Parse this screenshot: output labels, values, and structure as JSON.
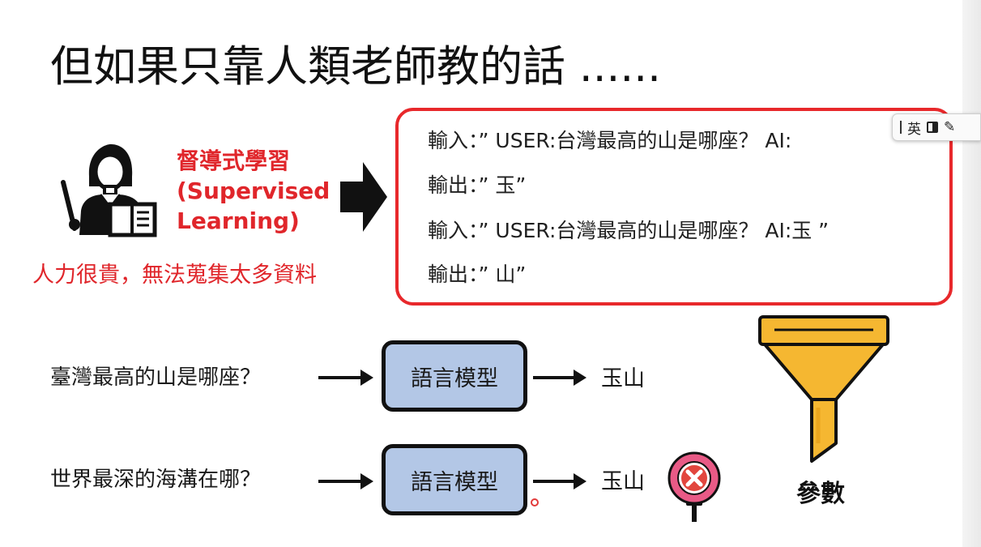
{
  "slide": {
    "title": "但如果只靠人類老師教的話 ......"
  },
  "supervised": {
    "line1": "督導式學習",
    "line2": "(Supervised",
    "line3": "Learning)",
    "cost_note": "人力很貴，無法蒐集太多資料"
  },
  "examples": [
    {
      "label": "輸入：”",
      "content": "USER:台灣最高的山是哪座？ AI:"
    },
    {
      "label": "輸出：”",
      "content": "玉”"
    },
    {
      "label": "輸入：”",
      "content": "USER:台灣最高的山是哪座？ AI:玉 ”"
    },
    {
      "label": "輸出：”",
      "content": "山”"
    }
  ],
  "ime_toolbar": {
    "mode": "英"
  },
  "flows": [
    {
      "question": "臺灣最高的山是哪座？",
      "model": "語言模型",
      "answer": "玉山"
    },
    {
      "question": "世界最深的海溝在哪？",
      "model": "語言模型",
      "answer": "玉山"
    }
  ],
  "funnel": {
    "label": "參數"
  },
  "colors": {
    "accent_red": "#e0262b",
    "model_fill": "#b3c7e6",
    "funnel_yellow": "#f5b731"
  },
  "icons": [
    "teacher-icon",
    "right-arrow-icon",
    "wrong-answer-icon",
    "funnel-icon"
  ]
}
